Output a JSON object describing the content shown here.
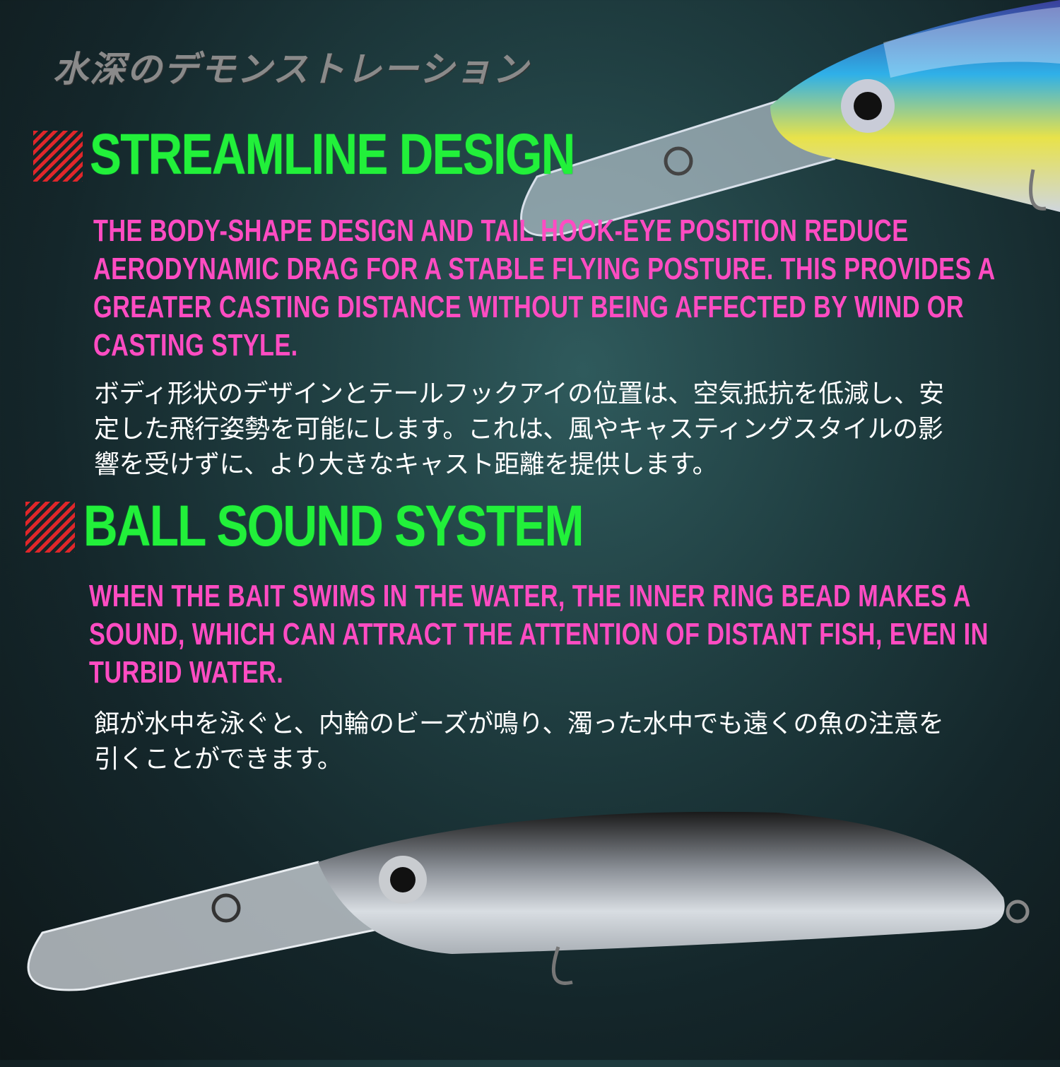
{
  "title_jp": "水深のデモンストレーション",
  "sections": [
    {
      "heading": "STREAMLINE DESIGN",
      "en_lines": [
        "THE BODY-SHAPE DESIGN AND TAIL HOOK-EYE POSITION REDUCE",
        "AERODYNAMIC DRAG FOR A STABLE FLYING POSTURE. THIS PROVIDES A",
        "GREATER CASTING DISTANCE WITHOUT BEING AFFECTED BY WIND OR",
        "CASTING STYLE."
      ],
      "jp_lines": [
        "ボディ形状のデザインとテールフックアイの位置は、空気抵抗を低減し、安",
        "定した飛行姿勢を可能にします。これは、風やキャスティングスタイルの影",
        "響を受けずに、より大きなキャスト距離を提供します。"
      ]
    },
    {
      "heading": "BALL SOUND SYSTEM",
      "en_lines": [
        "WHEN THE BAIT SWIMS IN THE WATER, THE INNER RING BEAD MAKES A",
        "SOUND, WHICH CAN ATTRACT THE ATTENTION OF DISTANT FISH, EVEN IN",
        "TURBID WATER."
      ],
      "jp_lines": [
        "餌が水中を泳ぐと、内輪のビーズが鳴り、濁った水中でも遠くの魚の注意を",
        "引くことができます。"
      ]
    }
  ],
  "colors": {
    "heading": "#22f03a",
    "english": "#ff4cc2",
    "japanese": "#ffffff",
    "hatch": "#e0262a"
  }
}
